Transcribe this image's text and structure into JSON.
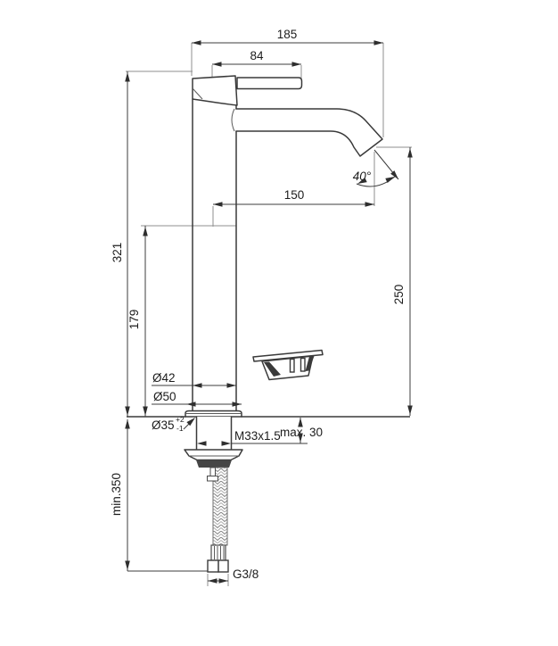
{
  "drawing": {
    "dimensions": {
      "projection_total": "185",
      "lever_length": "84",
      "spout_reach": "150",
      "spout_angle": "40°",
      "height_total": "321",
      "height_body": "179",
      "outlet_height": "250",
      "hose_min_length": "min.350",
      "body_diameter": "Ø42",
      "base_diameter": "Ø50",
      "hole_diameter": "Ø35",
      "hole_tol_plus": "+2",
      "hole_tol_minus": "-1",
      "thread": "M33x1.5",
      "deck_max_thickness": "max. 30",
      "hose_connection": "G3/8"
    }
  }
}
